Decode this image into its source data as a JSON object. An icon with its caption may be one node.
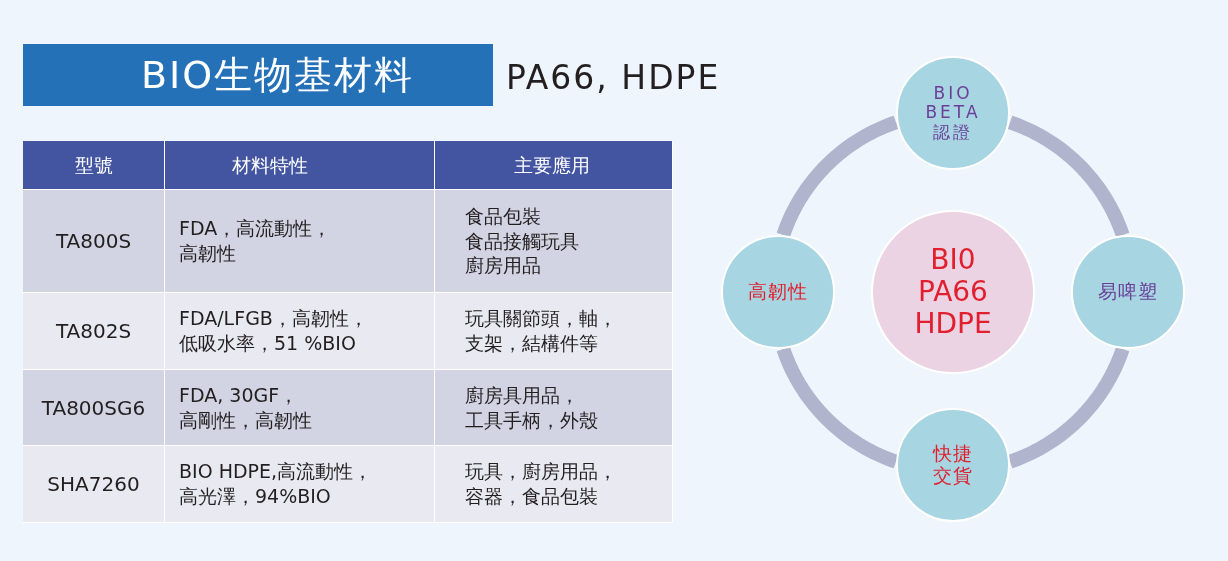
{
  "diagram": {
    "title": "BIO生物基材料",
    "nodes": [
      {
        "text": [
          "BI0 PA66 HDPE"
        ]
      },
      {
        "text": [
          "BIO BETA 認證"
        ]
      },
      {
        "text": [
          "易啤塑"
        ]
      },
      {
        "text": [
          "快捷交貨"
        ]
      },
      {
        "text": [
          "高韌性"
        ]
      }
    ],
    "edges": [
      {
        "from": 1,
        "to": 2,
        "arrow": "none"
      },
      {
        "from": 2,
        "to": 3,
        "arrow": "none"
      },
      {
        "from": 3,
        "to": 4,
        "arrow": "none"
      },
      {
        "from": 4,
        "to": 1,
        "arrow": "none"
      }
    ],
    "labels": [
      "PA66, HDPE",
      "型號",
      "材料特性",
      "主要應用",
      "TA800S",
      "FDA，高流動性，高韌性",
      "食品包裝",
      "食品接觸玩具",
      "廚房用品",
      "TA802S",
      "FDA/LFGB，高韌性，低吸水率，51 %BIO",
      "玩具關節頭，軸，支架，結構件等",
      "TA800SG6",
      "FDA, 30GF，高剛性，高韌性",
      "廚房具用品，工具手柄，外殼",
      "SHA7260",
      "BIO HDPE,高流動性，高光澤，94%BIO",
      "玩具，廚房用品，容器，食品包裝"
    ]
  }
}
